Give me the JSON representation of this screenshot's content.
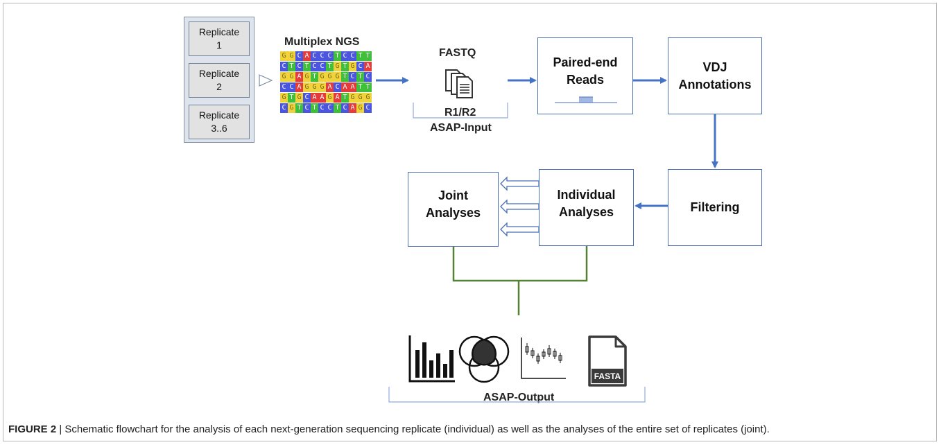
{
  "replicates": [
    {
      "line1": "Replicate",
      "line2": "1"
    },
    {
      "line1": "Replicate",
      "line2": "2"
    },
    {
      "line1": "Replicate",
      "line2": "3..6"
    }
  ],
  "ngs": {
    "title": "Multiplex NGS",
    "sequences": [
      "GGCACCCTCCTT",
      "CTCTCCTGTGCA",
      "GGAGTGGGTCTC",
      "CCAGGGACAATT",
      "GTGCAAGATGGG",
      "CGTCTCCTCAGC"
    ],
    "base_colors": {
      "A": "#e53b3b",
      "C": "#4a55e0",
      "G": "#f0d23c",
      "T": "#3fbf3a"
    }
  },
  "input": {
    "fastq_label": "FASTQ",
    "r_label": "R1/R2",
    "group_label": "ASAP-Input",
    "file_icon": "documents-icon"
  },
  "boxes": {
    "paired_end": "Paired-end\nReads",
    "vdj": "VDJ\nAnnotations",
    "filtering": "Filtering",
    "individual": "Individual\nAnalyses",
    "joint": "Joint\nAnalyses"
  },
  "output": {
    "label": "ASAP-Output",
    "icons": [
      "bar-chart-icon",
      "venn-diagram-icon",
      "box-plot-icon",
      "fasta-file-icon"
    ],
    "fasta_text": "FASTA"
  },
  "caption": {
    "bold": "FIGURE 2",
    "text": " | Schematic flowchart for the analysis of each next-generation sequencing replicate (individual) as well as the analyses of the entire set of replicates (joint)."
  },
  "colors": {
    "arrow": "#4472c4",
    "box_border": "#4a6fb3",
    "connector": "#548235",
    "bracket": "#8faadc"
  }
}
